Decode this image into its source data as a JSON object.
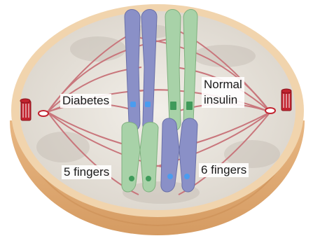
{
  "labels": {
    "diabetes": "Diabetes",
    "normal_insulin_line1": "Normal",
    "normal_insulin_line2": "insulin",
    "five_fingers": "5 fingers",
    "six_fingers": "6 fingers"
  },
  "colors": {
    "cell_rind": "#e2ab76",
    "cell_inner_edge": "#f1d4ad",
    "cytoplasm": "#e9e4dd",
    "spindle_fiber": "#c9767c",
    "centriole": "#c2232f",
    "chromosome_blue": "#8a90c7",
    "chromosome_green": "#a8d2a8",
    "allele_marker_blue": "#4a9cef",
    "allele_marker_green": "#3f9a5a"
  }
}
